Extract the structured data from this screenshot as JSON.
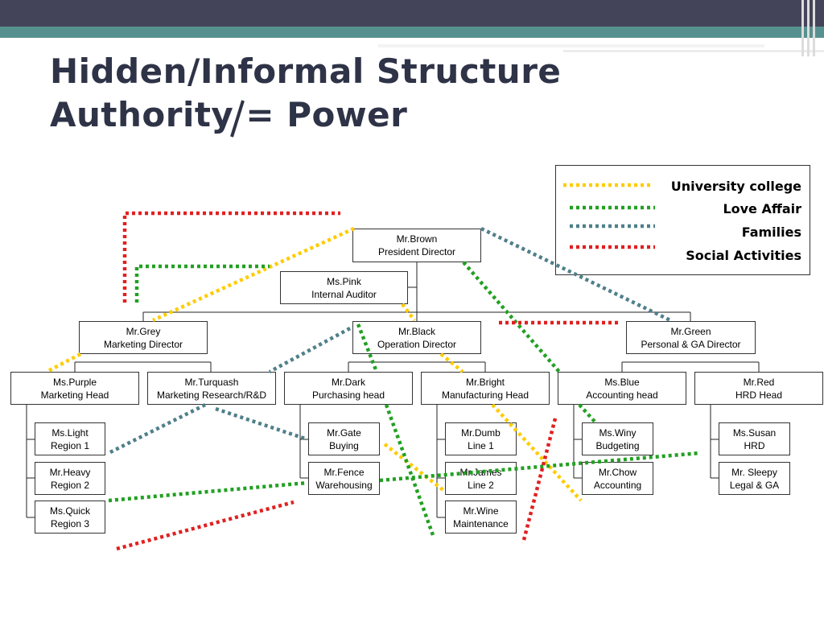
{
  "title": {
    "line1": "Hidden/Informal Structure",
    "line2": "Authority = Power"
  },
  "legend": [
    {
      "label": "University college",
      "color": "#ffcc00"
    },
    {
      "label": "Love Affair",
      "color": "#22a022"
    },
    {
      "label": "Families",
      "color": "#4f7f8a"
    },
    {
      "label": "Social Activities",
      "color": "#e02020"
    }
  ],
  "org": {
    "brown": {
      "name": "Mr.Brown",
      "role": "President Director"
    },
    "pink": {
      "name": "Ms.Pink",
      "role": "Internal Auditor"
    },
    "grey": {
      "name": "Mr.Grey",
      "role": "Marketing Director"
    },
    "black": {
      "name": "Mr.Black",
      "role": "Operation Director"
    },
    "green": {
      "name": "Mr.Green",
      "role": "Personal & GA Director"
    },
    "purple": {
      "name": "Ms.Purple",
      "role": "Marketing Head"
    },
    "turquash": {
      "name": "Mr.Turquash",
      "role": "Marketing Research/R&D"
    },
    "dark": {
      "name": "Mr.Dark",
      "role": "Purchasing head"
    },
    "bright": {
      "name": "Mr.Bright",
      "role": "Manufacturing Head"
    },
    "blue": {
      "name": "Ms.Blue",
      "role": "Accounting head"
    },
    "red": {
      "name": "Mr.Red",
      "role": "HRD Head"
    },
    "light": {
      "name": "Ms.Light",
      "role": "Region 1"
    },
    "heavy": {
      "name": "Mr.Heavy",
      "role": "Region 2"
    },
    "quick": {
      "name": "Ms.Quick",
      "role": "Region 3"
    },
    "gate": {
      "name": "Mr.Gate",
      "role": "Buying"
    },
    "fence": {
      "name": "Mr.Fence",
      "role": "Warehousing"
    },
    "dumb": {
      "name": "Mr.Dumb",
      "role": "Line 1"
    },
    "james": {
      "name": "Mr.James",
      "role": "Line 2"
    },
    "wine": {
      "name": "Mr.Wine",
      "role": "Maintenance"
    },
    "winy": {
      "name": "Ms.Winy",
      "role": "Budgeting"
    },
    "chow": {
      "name": "Mr.Chow",
      "role": "Accounting"
    },
    "susan": {
      "name": "Ms.Susan",
      "role": "HRD"
    },
    "sleepy": {
      "name": "Mr. Sleepy",
      "role": "Legal & GA"
    }
  }
}
